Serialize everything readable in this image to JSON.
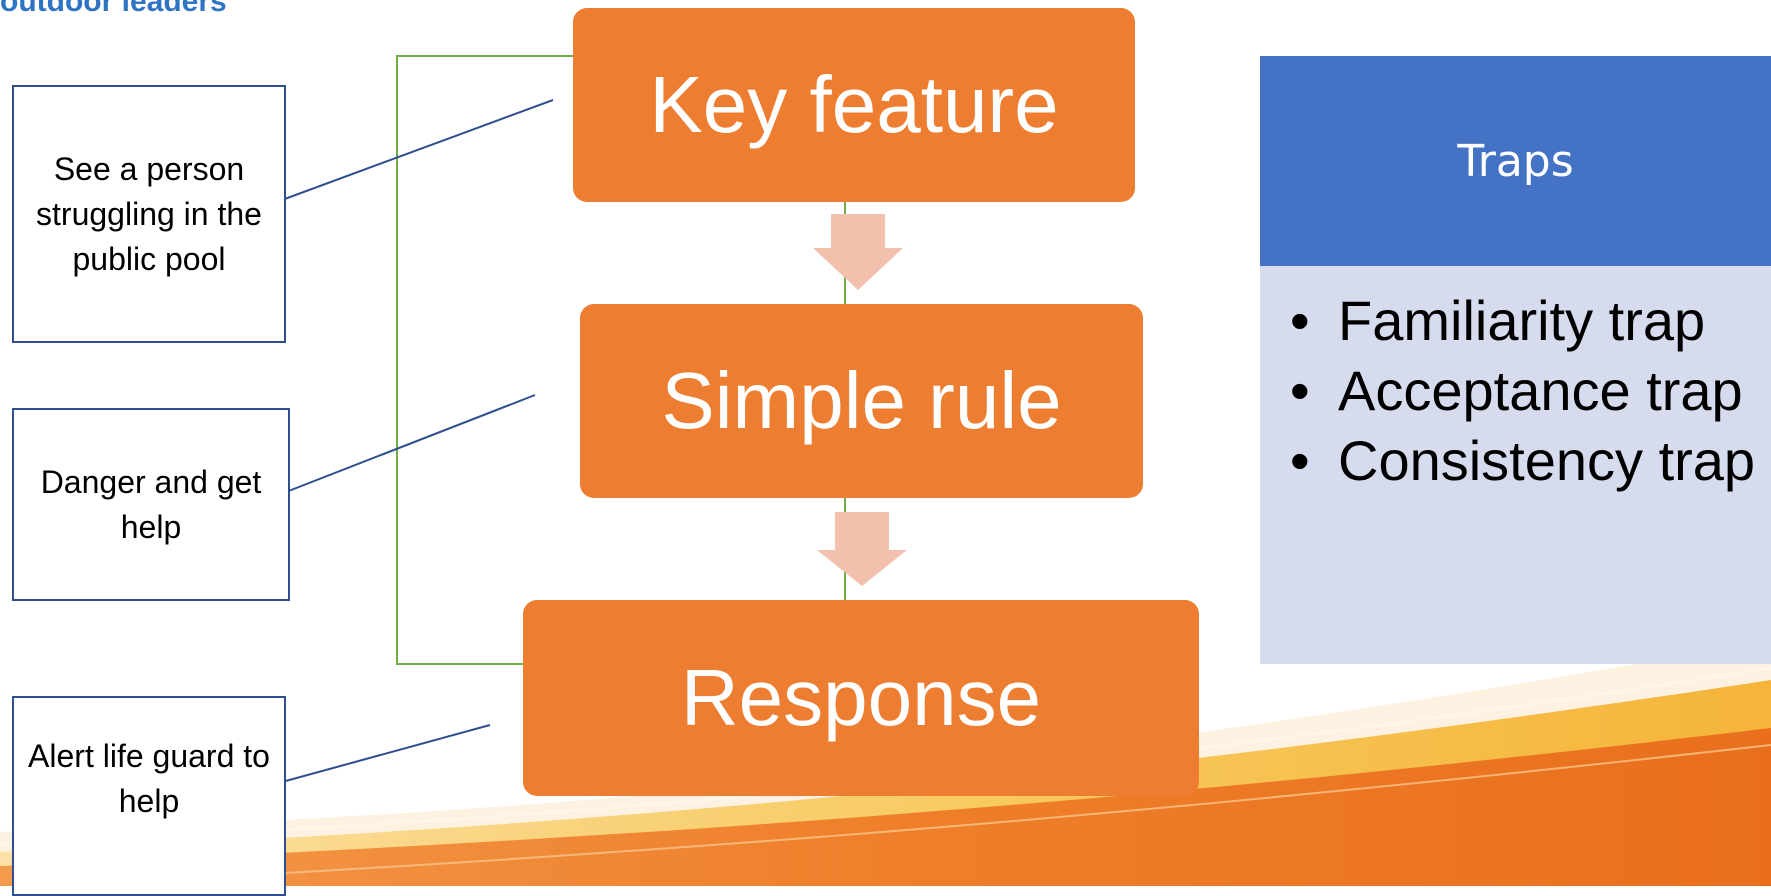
{
  "heading": "outdoor leaders",
  "notes": [
    "See a person struggling in the public pool",
    "Danger and get help",
    "Alert life guard to help"
  ],
  "steps": [
    "Key feature",
    "Simple rule",
    "Response"
  ],
  "traps": {
    "title": "Traps",
    "items": [
      "Familiarity trap",
      "Acceptance trap",
      "Consistency trap"
    ],
    "bullet": "•"
  },
  "colors": {
    "step_fill": "#ed7d31",
    "arrow_fill": "#f4c0ae",
    "bracket_line": "#70ad47",
    "connector_line": "#2f4f8f",
    "traps_header": "#4472c4",
    "traps_body": "#d6dced",
    "heading_text": "#2f74c4"
  }
}
